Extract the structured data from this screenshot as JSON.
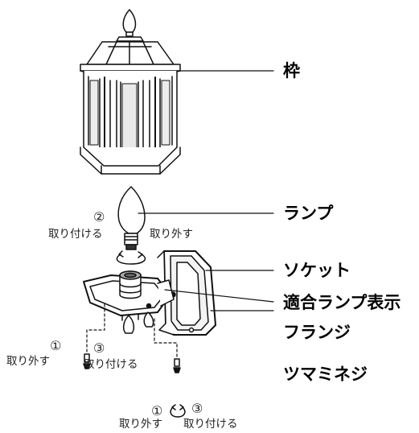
{
  "labels": {
    "frame": "枠",
    "lamp": "ランプ",
    "socket": "ソケット",
    "lamp_rating": "適合ランプ表示",
    "flange": "フランジ",
    "knob_screw": "ツマミネジ"
  },
  "lamp_steps": {
    "num_2": "②",
    "attach": "取り付ける",
    "remove": "取り外す"
  },
  "screw_left": {
    "num_1": "①",
    "num_3": "③",
    "remove": "取り外す",
    "attach": "取り付ける"
  },
  "screw_right": {
    "num_1": "①",
    "num_3": "③",
    "remove": "取り外す",
    "attach": "取り付ける"
  },
  "colors": {
    "line": "#111111",
    "background": "#ffffff"
  }
}
